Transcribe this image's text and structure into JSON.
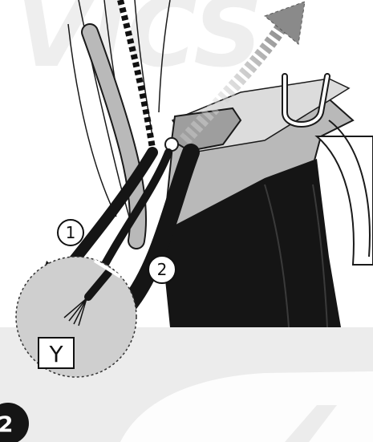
{
  "figure": {
    "callouts": [
      {
        "label": "1"
      },
      {
        "label": "2"
      }
    ],
    "detail": {
      "label": "Y"
    },
    "step": {
      "number": "2"
    },
    "watermark": {
      "text": "VICS"
    }
  },
  "colors": {
    "background": "#ffffff",
    "band": "#ececec",
    "detail_fill": "#cfcfcf",
    "panel_grey": "#b9b9b9",
    "dark": "#151515",
    "arrow_grey": "#9a9a9a"
  }
}
